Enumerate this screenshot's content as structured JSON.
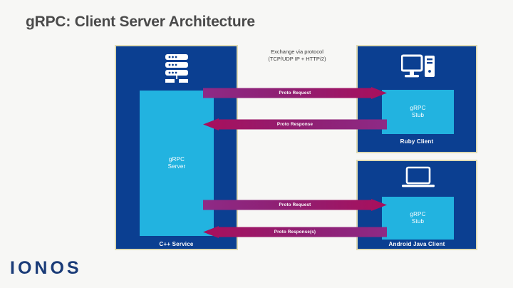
{
  "slide": {
    "title": "gRPC: Client Server Architecture",
    "logo": "IONOS",
    "background_color": "#f7f7f5",
    "title_color": "#4a4a4a",
    "logo_color": "#1b3c78"
  },
  "colors": {
    "panel_navy": "#0b3f91",
    "panel_border": "#e0dbb4",
    "inner_cyan": "#22b3e0",
    "arrow_magenta": "#9c1766",
    "arrow_purple": "#7c2d8f"
  },
  "protocol_note": {
    "line1": "Exchange via protocol",
    "line2": "(TCP/UDP IP + HTTP/2)"
  },
  "server": {
    "icon": "server-rack-icon",
    "inner_label_line1": "gRPC",
    "inner_label_line2": "Server",
    "caption": "C++ Service"
  },
  "clients": [
    {
      "id": "ruby",
      "icon": "desktop-computer-icon",
      "inner_label_line1": "gRPC",
      "inner_label_line2": "Stub",
      "caption": "Ruby Client"
    },
    {
      "id": "android",
      "icon": "laptop-icon",
      "inner_label_line1": "gRPC",
      "inner_label_line2": "Stub",
      "caption": "Android Java Client"
    }
  ],
  "arrows": [
    {
      "id": "request-ruby",
      "label": "Proto Request",
      "direction": "right"
    },
    {
      "id": "response-ruby",
      "label": "Proto Response",
      "direction": "left"
    },
    {
      "id": "request-android",
      "label": "Proto Request",
      "direction": "right"
    },
    {
      "id": "response-android",
      "label": "Proto Response(s)",
      "direction": "left"
    }
  ]
}
